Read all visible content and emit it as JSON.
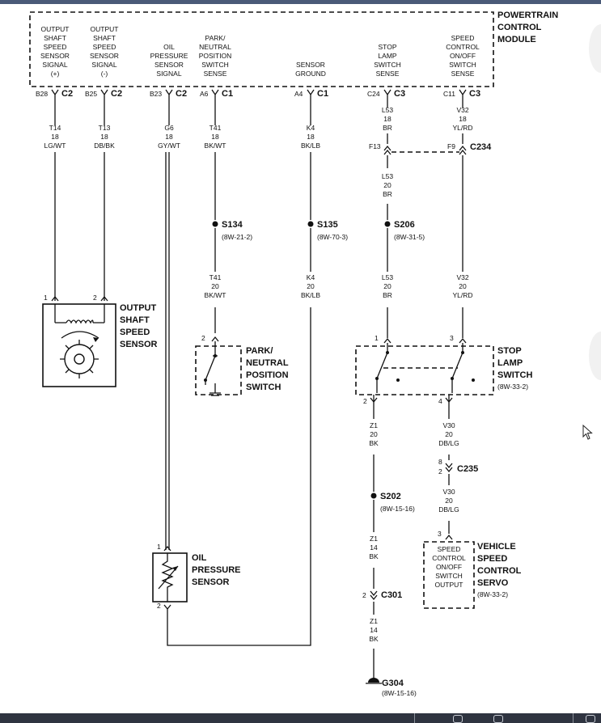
{
  "module": {
    "title": [
      "POWERTRAIN",
      "CONTROL",
      "MODULE"
    ],
    "pins": [
      {
        "label": [
          "OUTPUT",
          "SHAFT",
          "SPEED",
          "SENSOR",
          "SIGNAL",
          "(+)"
        ],
        "cavity": "B28",
        "conn": "C2"
      },
      {
        "label": [
          "OUTPUT",
          "SHAFT",
          "SPEED",
          "SENSOR",
          "SIGNAL",
          "(-)"
        ],
        "cavity": "B25",
        "conn": "C2"
      },
      {
        "label": [
          "OIL",
          "PRESSURE",
          "SENSOR",
          "SIGNAL"
        ],
        "cavity": "B23",
        "conn": "C2"
      },
      {
        "label": [
          "PARK/",
          "NEUTRAL",
          "POSITION",
          "SWITCH",
          "SENSE"
        ],
        "cavity": "A6",
        "conn": "C1"
      },
      {
        "label": [
          "SENSOR",
          "GROUND"
        ],
        "cavity": "A4",
        "conn": "C1"
      },
      {
        "label": [
          "STOP",
          "LAMP",
          "SWITCH",
          "SENSE"
        ],
        "cavity": "C24",
        "conn": "C3"
      },
      {
        "label": [
          "SPEED",
          "CONTROL",
          "ON/OFF",
          "SWITCH",
          "SENSE"
        ],
        "cavity": "C11",
        "conn": "C3"
      }
    ]
  },
  "wires": {
    "t14": [
      "T14",
      "18",
      "LG/WT"
    ],
    "t13": [
      "T13",
      "18",
      "DB/BK"
    ],
    "g6": [
      "G6",
      "18",
      "GY/WT"
    ],
    "t41a": [
      "T41",
      "18",
      "BK/WT"
    ],
    "k4a": [
      "K4",
      "18",
      "BK/LB"
    ],
    "l53a": [
      "L53",
      "18",
      "BR"
    ],
    "v32a": [
      "V32",
      "18",
      "YL/RD"
    ],
    "l53b": [
      "L53",
      "20",
      "BR"
    ],
    "t41b": [
      "T41",
      "20",
      "BK/WT"
    ],
    "k4b": [
      "K4",
      "20",
      "BK/LB"
    ],
    "l53c": [
      "L53",
      "20",
      "BR"
    ],
    "v32b": [
      "V32",
      "20",
      "YL/RD"
    ],
    "z1a": [
      "Z1",
      "20",
      "BK"
    ],
    "v30a": [
      "V30",
      "20",
      "DB/LG"
    ],
    "v30b": [
      "V30",
      "20",
      "DB/LG"
    ],
    "z1b": [
      "Z1",
      "14",
      "BK"
    ],
    "z1c": [
      "Z1",
      "14",
      "BK"
    ]
  },
  "connectors": {
    "c234": {
      "name": "C234",
      "left_pin": "F13",
      "right_pin": "F9"
    },
    "c235": {
      "name": "C235",
      "pin_top": "8",
      "pin_bottom": "2"
    },
    "c301": {
      "name": "C301",
      "pin": "2"
    }
  },
  "splices": {
    "s134": {
      "name": "S134",
      "ref": "(8W-21-2)"
    },
    "s135": {
      "name": "S135",
      "ref": "(8W-70-3)"
    },
    "s206": {
      "name": "S206",
      "ref": "(8W-31-5)"
    },
    "s202": {
      "name": "S202",
      "ref": "(8W-15-16)"
    }
  },
  "ground": {
    "name": "G304",
    "ref": "(8W-15-16)"
  },
  "components": {
    "oss": {
      "title": [
        "OUTPUT",
        "SHAFT",
        "SPEED",
        "SENSOR"
      ],
      "pin1": "1",
      "pin2": "2"
    },
    "pnp": {
      "title": [
        "PARK/",
        "NEUTRAL",
        "POSITION",
        "SWITCH"
      ],
      "pin": "2"
    },
    "stop": {
      "title": [
        "STOP",
        "LAMP",
        "SWITCH"
      ],
      "ref": "(8W-33-2)",
      "pin1": "1",
      "pin3": "3",
      "pin2": "2",
      "pin4": "4"
    },
    "ops": {
      "title": [
        "OIL",
        "PRESSURE",
        "SENSOR"
      ],
      "pin1": "1",
      "pin2": "2"
    },
    "vscs": {
      "title": [
        "VEHICLE",
        "SPEED",
        "CONTROL",
        "SERVO"
      ],
      "ref": "(8W-33-2)",
      "pin": "3",
      "inner": [
        "SPEED",
        "CONTROL",
        "ON/OFF",
        "SWITCH",
        "OUTPUT"
      ]
    }
  }
}
